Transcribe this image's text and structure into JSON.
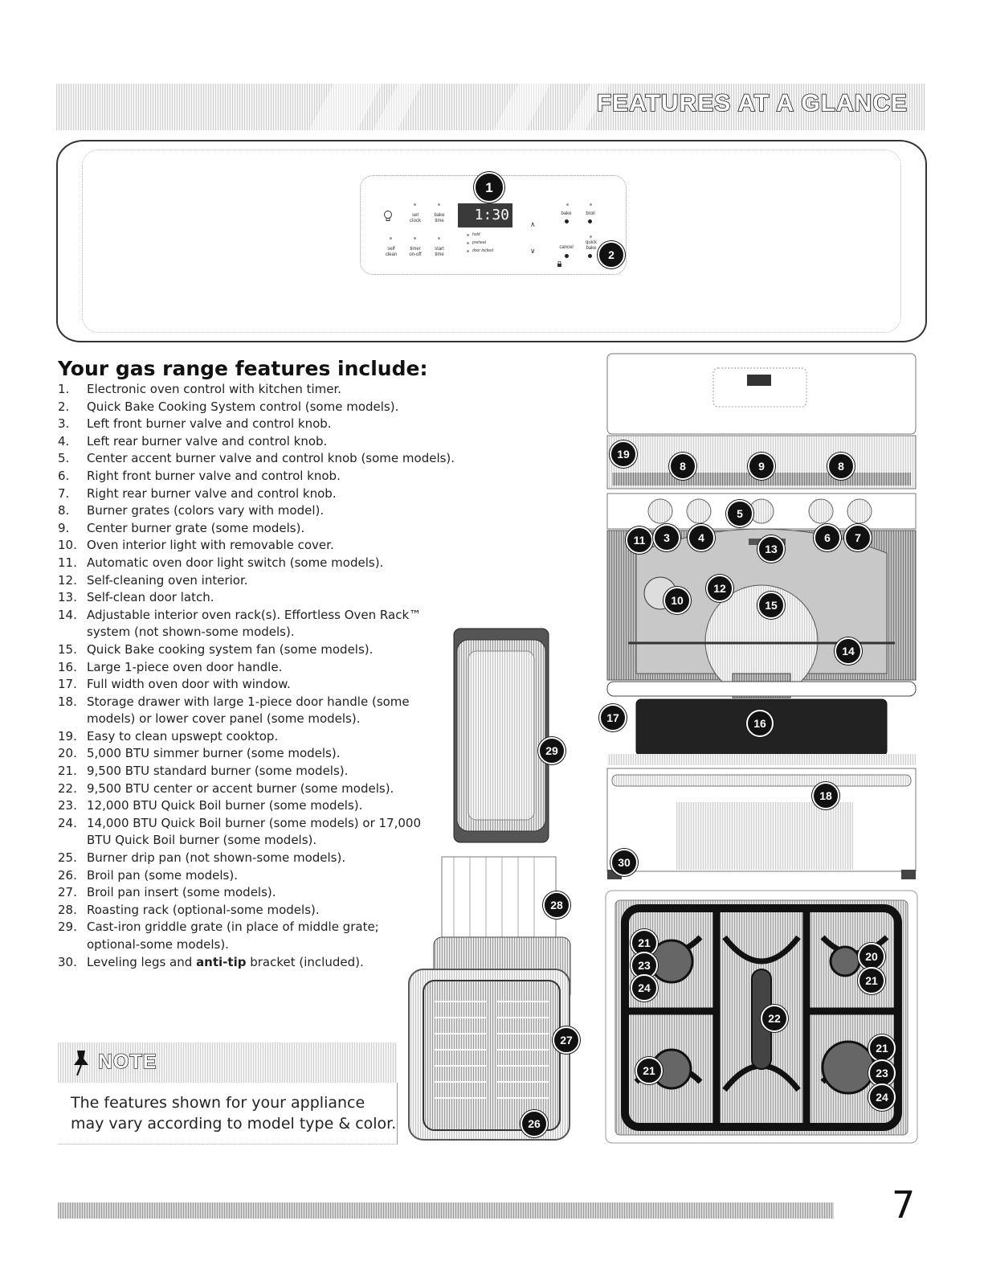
{
  "header": {
    "title": "FEATURES AT A GLANCE"
  },
  "control_panel": {
    "display": "1:30",
    "labels": {
      "set_clock": "set\nclock",
      "bake_time": "bake\ntime",
      "self_clean": "self\nclean",
      "timer": "timer\non-off",
      "start_time": "start\ntime",
      "bake": "bake",
      "broil": "broil",
      "cancel": "cancel",
      "quick_bake": "quick\nbake",
      "up": "∧",
      "down": "∨",
      "ind_1": "hold",
      "ind_2": "preheat",
      "ind_3": "door locked"
    },
    "callouts": [
      "1",
      "2"
    ]
  },
  "features": {
    "heading": "Your gas range features include:",
    "items": [
      {
        "num": "1.",
        "text": "Electronic oven control with kitchen timer."
      },
      {
        "num": "2.",
        "text": "Quick Bake Cooking System control (some models)."
      },
      {
        "num": "3.",
        "text": "Left front burner valve and control knob."
      },
      {
        "num": "4.",
        "text": "Left rear burner valve and control knob."
      },
      {
        "num": "5.",
        "text": "Center accent burner valve and control knob (some models)."
      },
      {
        "num": "6.",
        "text": "Right front burner valve and control knob."
      },
      {
        "num": "7.",
        "text": "Right rear burner valve and control knob."
      },
      {
        "num": "8.",
        "text": "Burner grates (colors vary with model)."
      },
      {
        "num": "9.",
        "text": "Center burner grate (some models)."
      },
      {
        "num": "10.",
        "text": "Oven interior light with removable cover."
      },
      {
        "num": "11.",
        "text": "Automatic oven door light switch (some models)."
      },
      {
        "num": "12.",
        "text": "Self-cleaning oven interior."
      },
      {
        "num": "13.",
        "text": "Self-clean door latch."
      },
      {
        "num": "14.",
        "text": "Adjustable interior oven rack(s). Effortless Oven Rack™ system (not shown-some models)."
      },
      {
        "num": "15.",
        "text": "Quick Bake cooking system fan (some models)."
      },
      {
        "num": "16.",
        "text": "Large 1-piece oven door handle."
      },
      {
        "num": "17.",
        "text": "Full width oven door with window."
      },
      {
        "num": "18.",
        "text": "Storage drawer with large 1-piece door handle (some models) or lower cover panel (some models)."
      },
      {
        "num": "19.",
        "text": "Easy to clean upswept cooktop."
      },
      {
        "num": "20.",
        "text": "5,000 BTU simmer burner (some models)."
      },
      {
        "num": "21.",
        "text": "9,500 BTU standard burner (some models)."
      },
      {
        "num": "22.",
        "text": "9,500 BTU center or accent burner (some models)."
      },
      {
        "num": "23.",
        "text": "12,000 BTU Quick Boil burner (some models)."
      },
      {
        "num": "24.",
        "text": "14,000 BTU Quick Boil burner (some models) or 17,000 BTU Quick Boil burner (some models)."
      },
      {
        "num": "25.",
        "text": "Burner drip pan (not shown-some models)."
      },
      {
        "num": "26.",
        "text": "Broil pan (some models)."
      },
      {
        "num": "27.",
        "text": "Broil pan insert (some models)."
      },
      {
        "num": "28.",
        "text": "Roasting rack (optional-some models)."
      },
      {
        "num": "29.",
        "text": "Cast-iron griddle grate (in place of middle grate; optional-some models)."
      },
      {
        "num": "30.",
        "text_before": "Leveling legs and ",
        "text_bold": "anti-tip",
        "text_after": " bracket (included)."
      }
    ]
  },
  "note": {
    "title": "NOTE",
    "icon": "pushpin-icon",
    "line1": "The features shown for your appliance",
    "line2": "may vary according to model type & color."
  },
  "range_callouts": {
    "n19": "19",
    "n8": "8",
    "n9": "9",
    "n5": "5",
    "n3": "3",
    "n4": "4",
    "n11": "11",
    "n13": "13",
    "n6": "6",
    "n7": "7",
    "n10": "10",
    "n12": "12",
    "n15": "15",
    "n14": "14",
    "n17": "17",
    "n16": "16",
    "n18": "18",
    "n30": "30"
  },
  "accessory_callouts": {
    "n29": "29",
    "n28": "28",
    "n27": "27",
    "n26": "26"
  },
  "cooktop_callouts": {
    "n21a": "21",
    "n23a": "23",
    "n24a": "24",
    "n20": "20",
    "n21b": "21",
    "n22": "22",
    "n21c": "21",
    "n21d": "21",
    "n23b": "23",
    "n24b": "24"
  },
  "footer": {
    "page_number": "7"
  }
}
